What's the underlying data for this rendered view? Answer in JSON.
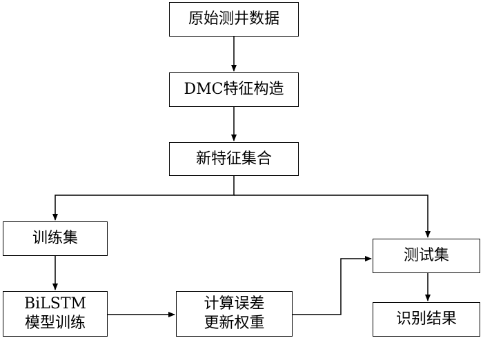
{
  "nodes": {
    "raw_data": "原始测井数据",
    "dmc": "DMC特征构造",
    "new_features": "新特征集合",
    "train_set": "训练集",
    "bilstm_line1": "BiLSTM",
    "bilstm_line2": "模型训练",
    "compute_line1": "计算误差",
    "compute_line2": "更新权重",
    "test_set": "测试集",
    "result": "识别结果"
  }
}
